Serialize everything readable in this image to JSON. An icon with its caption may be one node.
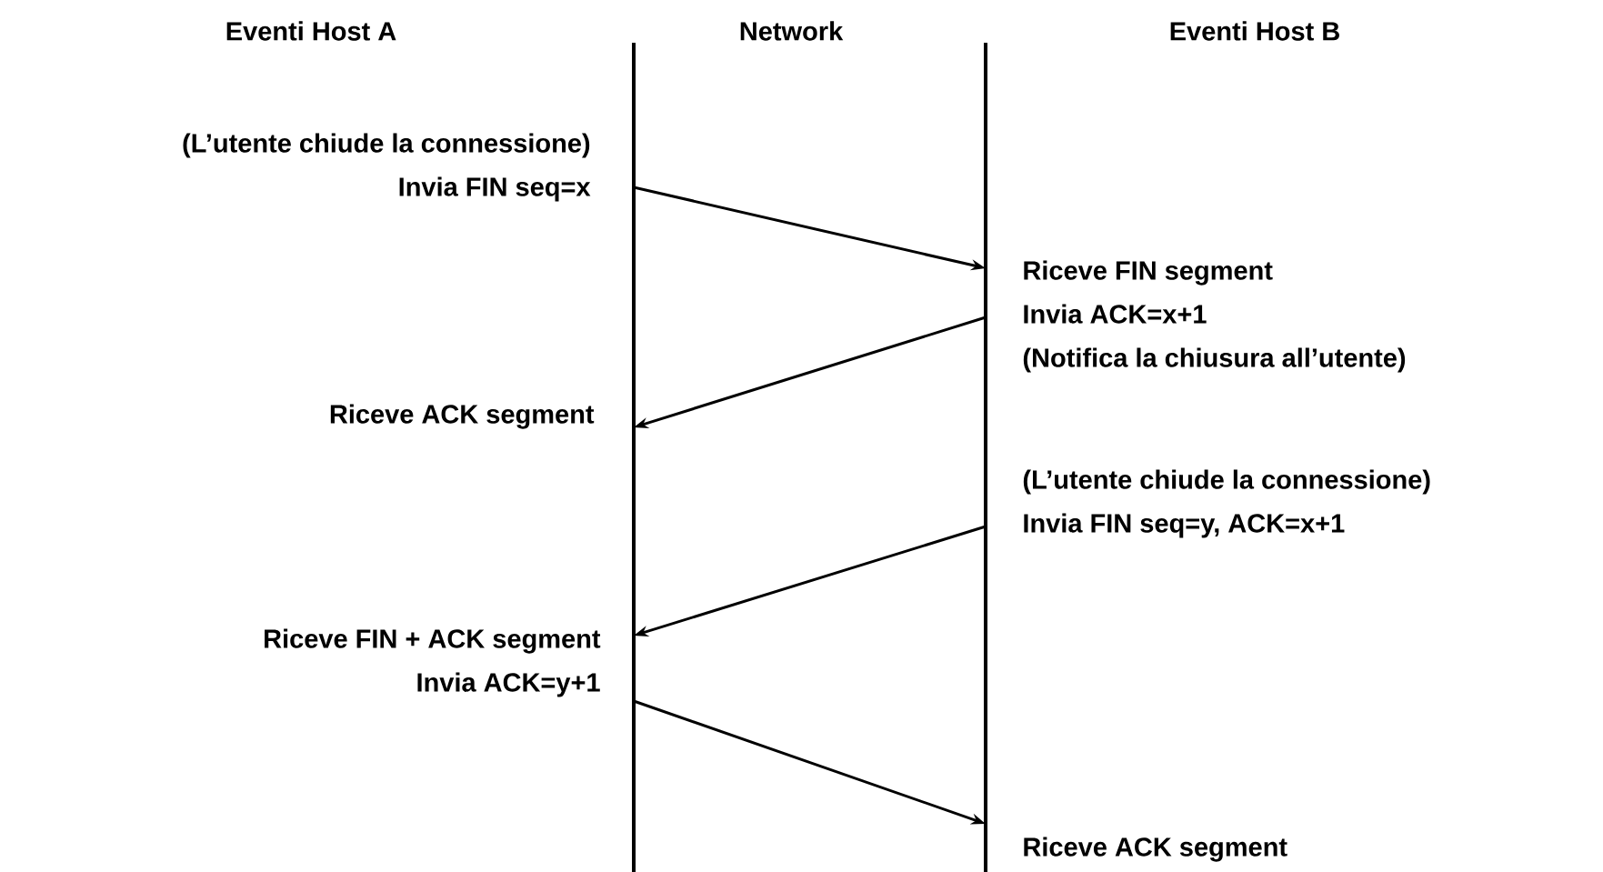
{
  "diagram": {
    "nodes": [
      {
        "text": [
          "(L’utente chiude la connessione)",
          "Invia FIN seq=x"
        ]
      },
      {
        "text": [
          "Riceve FIN segment",
          "Invia ACK=x+1",
          "(Notifica la chiusura all’utente)"
        ]
      },
      {
        "text": [
          "Riceve ACK segment"
        ]
      },
      {
        "text": [
          "(L’utente chiude la connessione)",
          "Invia FIN seq=y, ACK=x+1"
        ]
      },
      {
        "text": [
          "Riceve FIN + ACK segment",
          "Invia ACK=y+1"
        ]
      },
      {
        "text": [
          "Riceve ACK segment"
        ]
      }
    ],
    "edges": [
      {
        "from": 0,
        "to": 1,
        "arrow": "to"
      },
      {
        "from": 1,
        "to": 2,
        "arrow": "to"
      },
      {
        "from": 3,
        "to": 4,
        "arrow": "to"
      },
      {
        "from": 4,
        "to": 5,
        "arrow": "to"
      }
    ],
    "labels": [
      "Eventi Host A",
      "Network",
      "Eventi Host B"
    ]
  }
}
